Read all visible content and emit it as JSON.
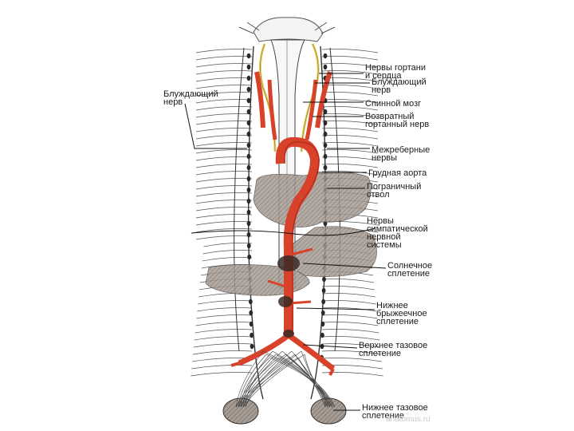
{
  "labels": {
    "vagus": [
      "Блуждающий",
      "нерв"
    ],
    "larynx_heart": [
      "Нервы гортани",
      "и сердца"
    ],
    "vagus_right": [
      "Блуждающий",
      "нерв"
    ],
    "spinal_cord": [
      "Спинной мозг"
    ],
    "recurrent": [
      "Возвратный",
      "гортанный нерв"
    ],
    "intercostal": [
      "Межреберные",
      "нервы"
    ],
    "thoracic_aorta": [
      "Грудная аорта"
    ],
    "sympathetic_trunk": [
      "Пограничный",
      "ствол"
    ],
    "sympathetic_nerves": [
      "Нервы",
      "симпатической",
      "нервной",
      "системы"
    ],
    "solar_plexus": [
      "Солнечное",
      "сплетение"
    ],
    "inferior_mesenteric": [
      "Нижнее",
      "брыжеечное",
      "сплетение"
    ],
    "superior_pelvic": [
      "Верхнее тазовое",
      "сплетение"
    ],
    "inferior_pelvic": [
      "Нижнее тазовое",
      "сплетение"
    ]
  },
  "watermark": "anatomus.ru",
  "colors": {
    "artery": "#d8412a",
    "artery_dark": "#a82a18",
    "nerve": "#333333",
    "nerve_yellow": "#e7d36b",
    "organ_fill": "#9a8f87",
    "label_text": "#1a1a1a"
  }
}
